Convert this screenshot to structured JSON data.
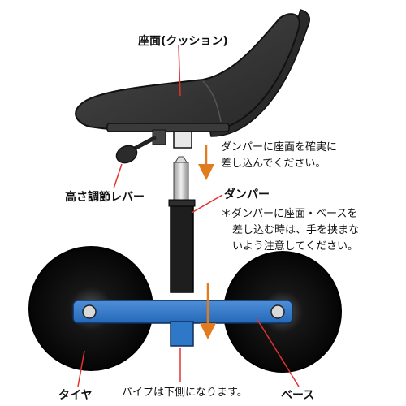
{
  "labels": {
    "seat": "座面(クッション)",
    "height_lever": "高さ調節レバー",
    "damper": "ダンパー",
    "tire": "タイヤ",
    "base": "ベース"
  },
  "notes": {
    "top": [
      "ダンパーに座面を確実に",
      "差し込んでください。"
    ],
    "middle": [
      "＊ダンパーに座面・ベースを",
      "差し込む時は、手を挟まな",
      "いよう注意してください。"
    ],
    "pipe": "パイプは下側になります。"
  },
  "colors": {
    "seat": "#333333",
    "leader_line": "#e0332f",
    "arrow": "#e07b1e",
    "base": "#2f78c8",
    "tire": "#111111"
  }
}
